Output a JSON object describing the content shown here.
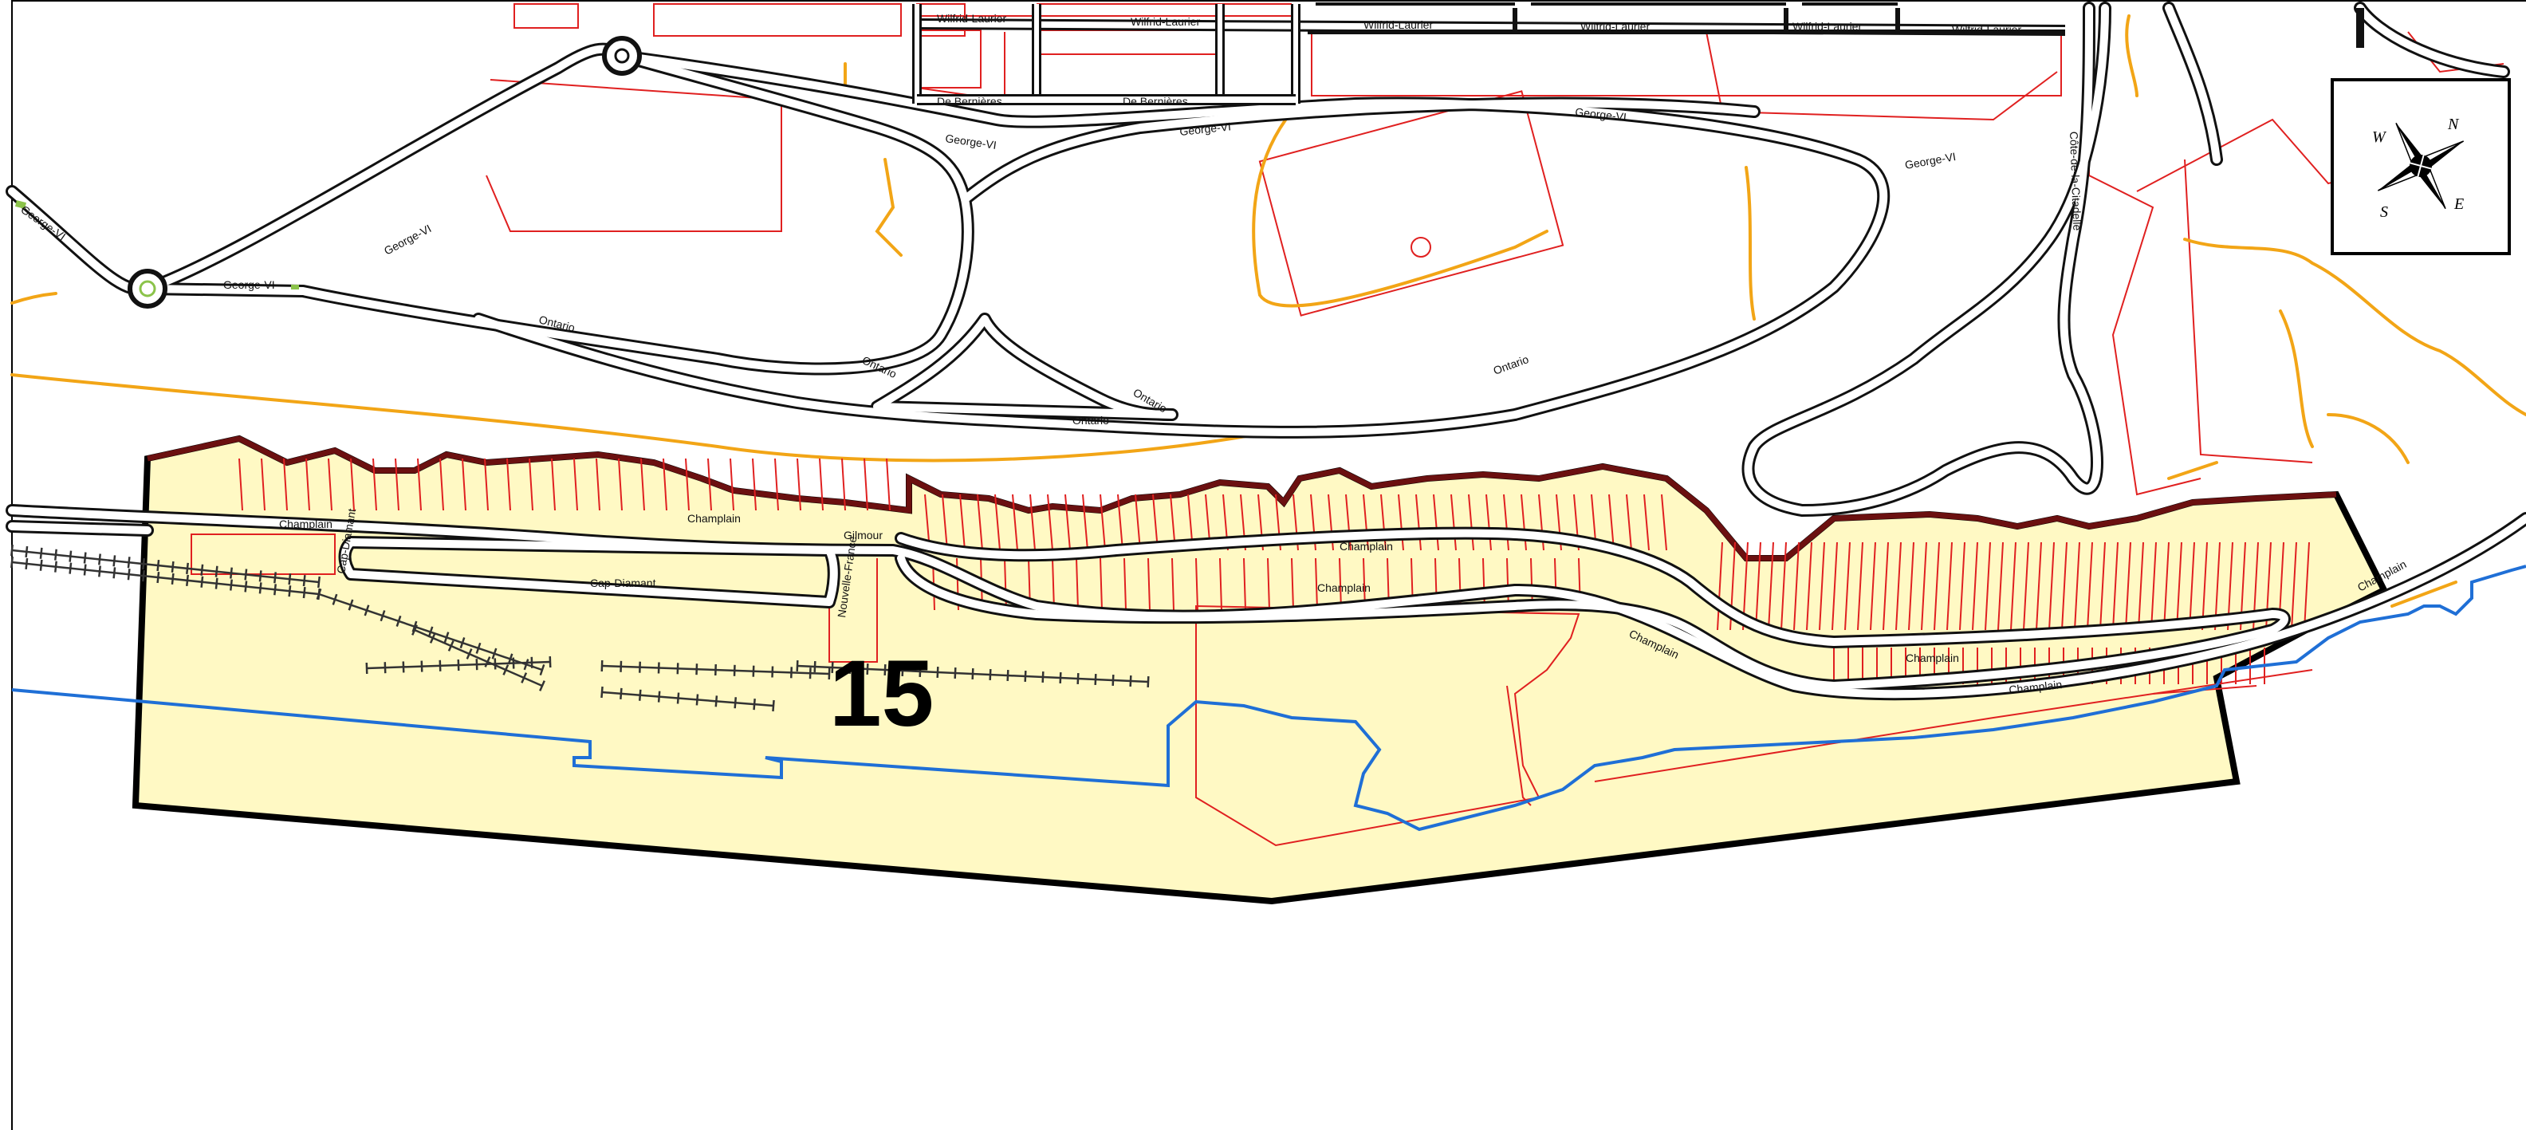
{
  "map": {
    "district_number": "15",
    "colors": {
      "district_fill": "#fff9c4",
      "district_border": "#000000",
      "cliff_border": "#6b1010",
      "road_casing": "#111111",
      "lot_lines": "#e02020",
      "paths": "#f2a516",
      "water": "#1f6fd6",
      "green_dots": "#8bc34a"
    },
    "compass": {
      "n": "N",
      "s": "S",
      "e": "E",
      "w": "W"
    },
    "streets": {
      "wilfrid_laurier_1": "Wilfrid-Laurier",
      "wilfrid_laurier_2": "Wilfrid-Laurier",
      "wilfrid_laurier_3": "Wilfrid-Laurier",
      "wilfrid_laurier_4": "Wilfrid-Laurier",
      "wilfrid_laurier_5": "Wilfrid-Laurier",
      "wilfrid_laurier_6": "Wilfrid-Laurier",
      "de_bernieres_1": "De Bernières",
      "de_bernieres_2": "De Bernières",
      "george_vi_1": "George-VI",
      "george_vi_2": "George-VI",
      "george_vi_3": "George-VI",
      "george_vi_4": "George-VI",
      "george_vi_5": "George-VI",
      "george_vi_6": "George-VI",
      "george_vi_7": "George-VI",
      "ontario_1": "Ontario",
      "ontario_2": "Ontario",
      "ontario_3": "Ontario",
      "ontario_4": "Ontario",
      "ontario_5": "Ontario",
      "champlain_1": "Champlain",
      "champlain_2": "Champlain",
      "champlain_3": "Champlain",
      "champlain_4": "Champlain",
      "champlain_5": "Champlain",
      "champlain_6": "Champlain",
      "champlain_7": "Champlain",
      "champlain_8": "Champlain",
      "cap_diamant_1": "Cap-Diamant",
      "cap_diamant_2": "Cap-Diamant",
      "nouvelle_france": "Nouvelle-France",
      "gilmour": "Gilmour",
      "cote_de_la_citadelle": "Côte-de-la-Citadelle"
    }
  }
}
